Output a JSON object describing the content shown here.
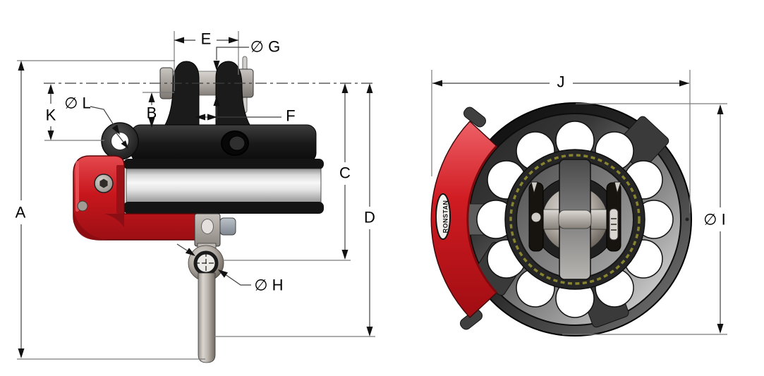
{
  "drawing": {
    "brand": "RONSTAN",
    "dimension_labels": {
      "A": "A",
      "B": "B",
      "C": "C",
      "D": "D",
      "E": "E",
      "F": "F",
      "G": "∅ G",
      "H": "∅ H",
      "I": "∅ I",
      "J": "J",
      "K": "K",
      "L": "∅ L"
    },
    "colors": {
      "background": "#ffffff",
      "accent_red": "#c8171d",
      "part_black": "#1a1a1a",
      "metal_gray": "#b5afa9",
      "dim_line": "#3f3f3f",
      "ext_line": "#7a7a7a",
      "label_text": "#000000",
      "bearing_olive": "#86822e"
    }
  }
}
